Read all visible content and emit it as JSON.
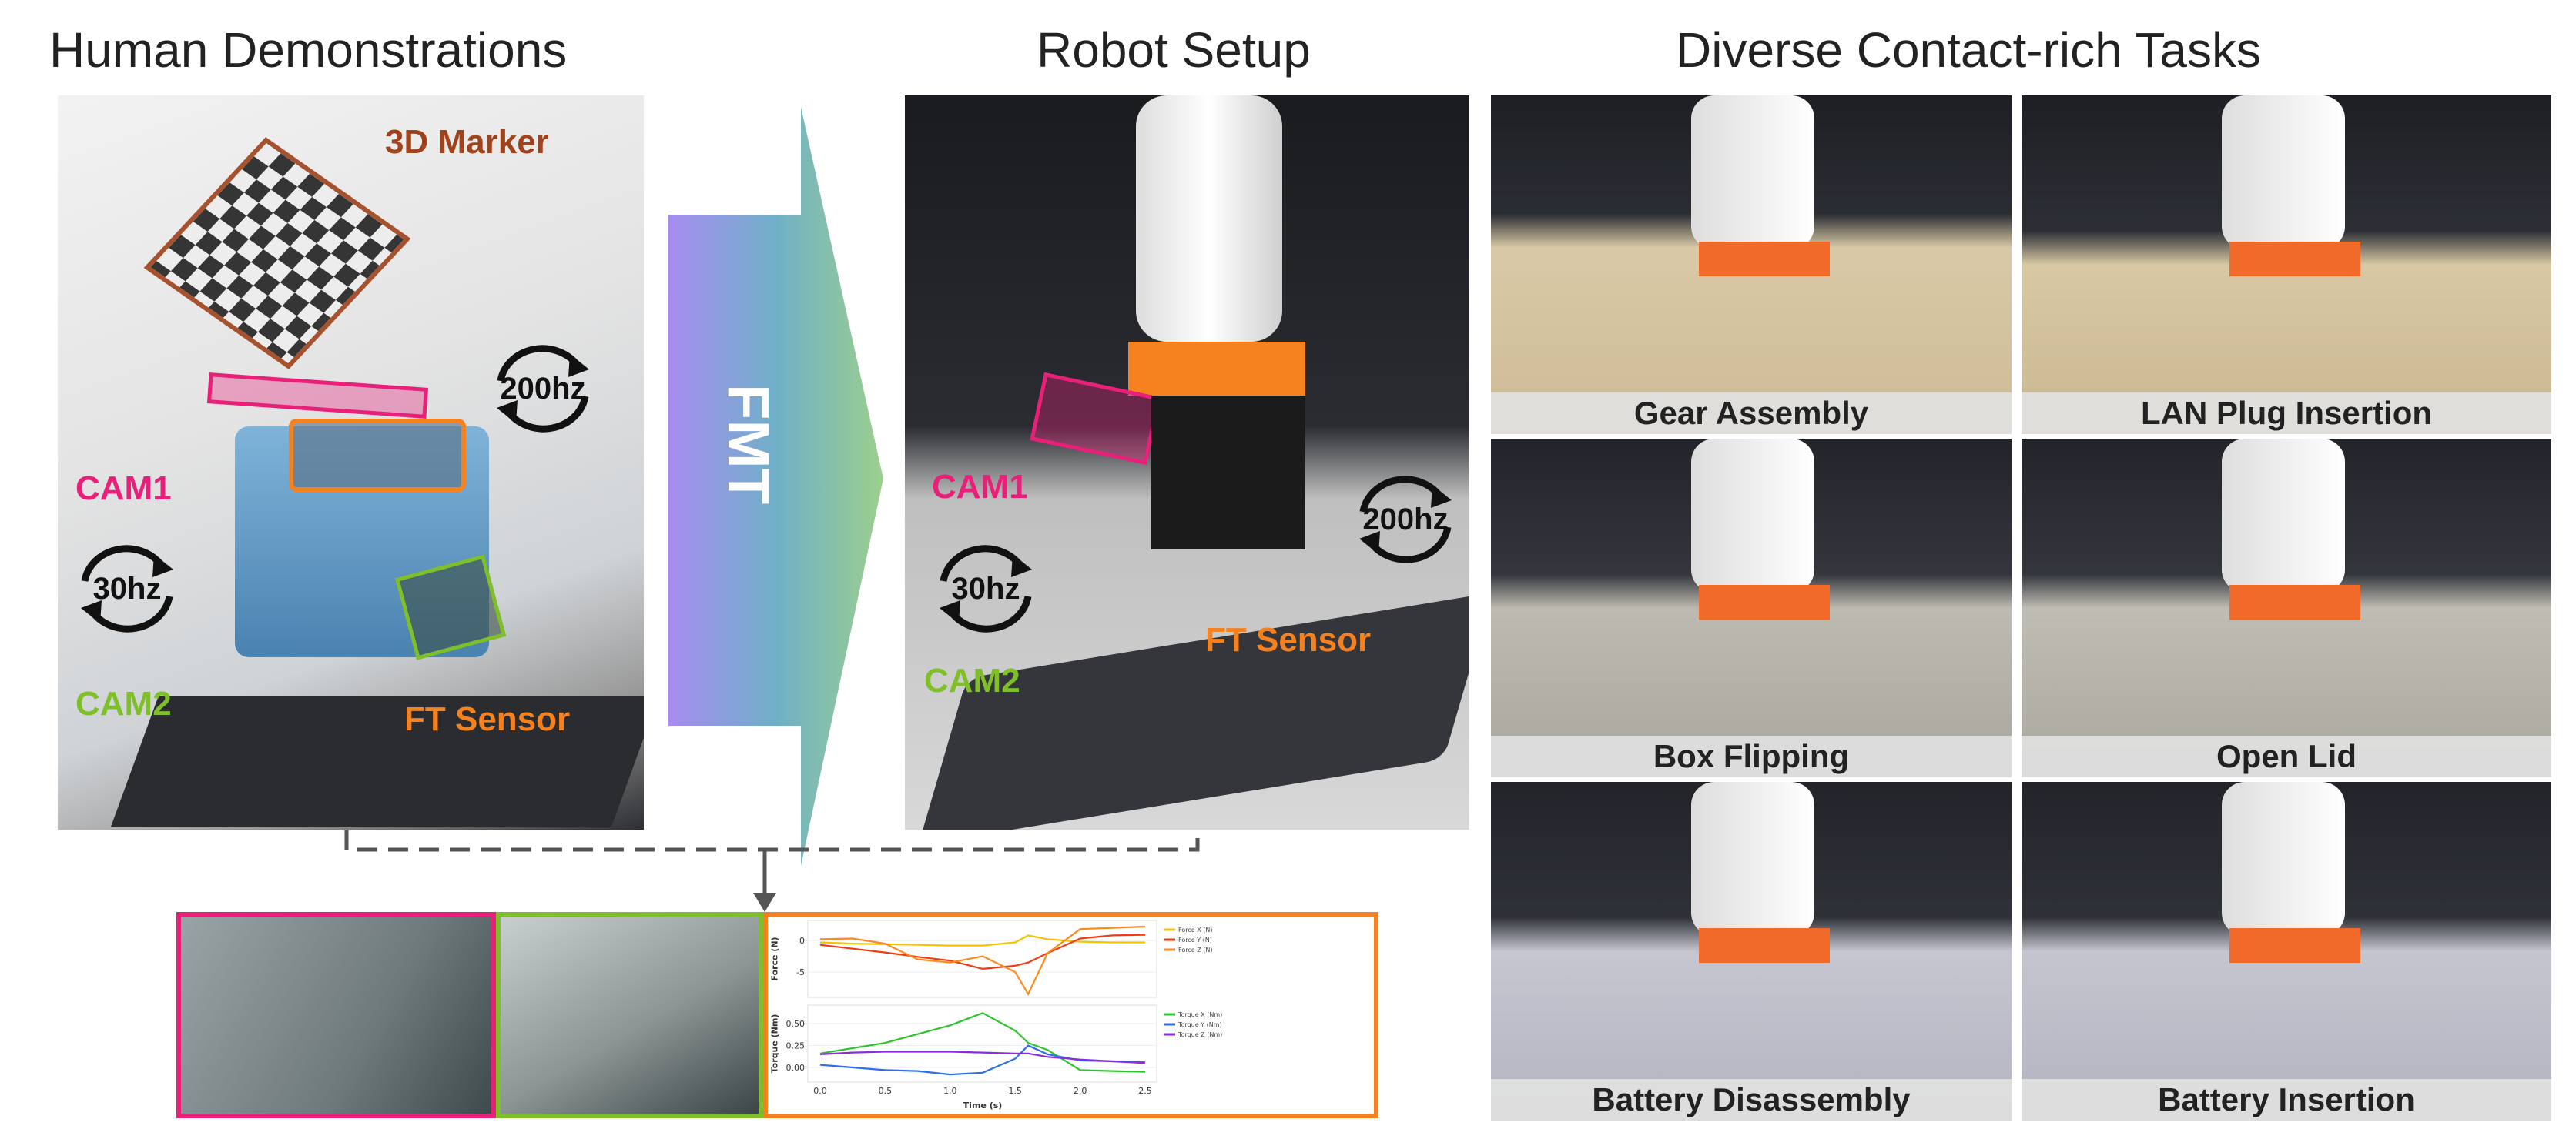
{
  "titles": {
    "human": "Human Demonstrations",
    "robot": "Robot Setup",
    "tasks": "Diverse Contact-rich Tasks"
  },
  "arrow_label": "FMT",
  "human_labels": {
    "marker": "3D Marker",
    "cam1": "CAM1",
    "cam2": "CAM2",
    "ft": "FT Sensor",
    "rate_cam": "30hz",
    "rate_ft": "200hz"
  },
  "robot_labels": {
    "cam1": "CAM1",
    "cam2": "CAM2",
    "ft": "FT Sensor",
    "rate_cam": "30hz",
    "rate_ft": "200hz"
  },
  "colors": {
    "cam1": "#e8207a",
    "cam2": "#7fbf2a",
    "ft": "#f5821f",
    "marker": "#a0421b"
  },
  "tasks": [
    "Gear Assembly",
    "LAN Plug Insertion",
    "Box Flipping",
    "Open Lid",
    "Battery Disassembly",
    "Battery Insertion"
  ],
  "chart_data": [
    {
      "type": "line",
      "ylabel": "Force (N)",
      "ylim": [
        -9,
        3
      ],
      "yticks": [
        "0",
        "-5"
      ],
      "x": [
        0,
        0.25,
        0.5,
        0.75,
        1.0,
        1.25,
        1.5,
        1.6,
        1.75,
        2.0,
        2.25,
        2.5
      ],
      "series": [
        {
          "name": "Force X (N)",
          "color": "#f5c400",
          "values": [
            -0.3,
            -0.5,
            -0.6,
            -0.7,
            -0.8,
            -0.8,
            -0.3,
            0.8,
            0.2,
            -0.2,
            -0.3,
            -0.3
          ]
        },
        {
          "name": "Force Y (N)",
          "color": "#f03c10",
          "values": [
            -0.7,
            -1.3,
            -1.9,
            -2.6,
            -3.2,
            -4.5,
            -4.0,
            -3.5,
            -2.0,
            0.3,
            0.8,
            0.9
          ]
        },
        {
          "name": "Force Z (N)",
          "color": "#ff8a1c",
          "values": [
            0.2,
            0.3,
            -0.5,
            -3.0,
            -3.5,
            -2.5,
            -5.0,
            -8.5,
            -2.0,
            1.8,
            2.0,
            2.2
          ]
        }
      ]
    },
    {
      "type": "line",
      "ylabel": "Torque (Nm)",
      "xlabel": "Time (s)",
      "ylim": [
        -0.15,
        0.7
      ],
      "yticks": [
        "0.50",
        "0.25",
        "0.00"
      ],
      "xticks": [
        "0.0",
        "0.5",
        "1.0",
        "1.5",
        "2.0",
        "2.5"
      ],
      "x": [
        0,
        0.25,
        0.5,
        0.75,
        1.0,
        1.25,
        1.5,
        1.6,
        1.75,
        2.0,
        2.25,
        2.5
      ],
      "series": [
        {
          "name": "Torque X (Nm)",
          "color": "#2ec42e",
          "values": [
            0.16,
            0.22,
            0.28,
            0.38,
            0.48,
            0.62,
            0.42,
            0.28,
            0.2,
            -0.03,
            -0.04,
            -0.05
          ]
        },
        {
          "name": "Torque Y (Nm)",
          "color": "#2e6ee8",
          "values": [
            0.03,
            0.0,
            -0.03,
            -0.04,
            -0.08,
            -0.06,
            0.1,
            0.25,
            0.15,
            0.08,
            0.07,
            0.06
          ]
        },
        {
          "name": "Torque Z (Nm)",
          "color": "#8a2be2",
          "values": [
            0.15,
            0.17,
            0.18,
            0.18,
            0.18,
            0.17,
            0.16,
            0.16,
            0.12,
            0.09,
            0.07,
            0.05
          ]
        }
      ]
    }
  ]
}
